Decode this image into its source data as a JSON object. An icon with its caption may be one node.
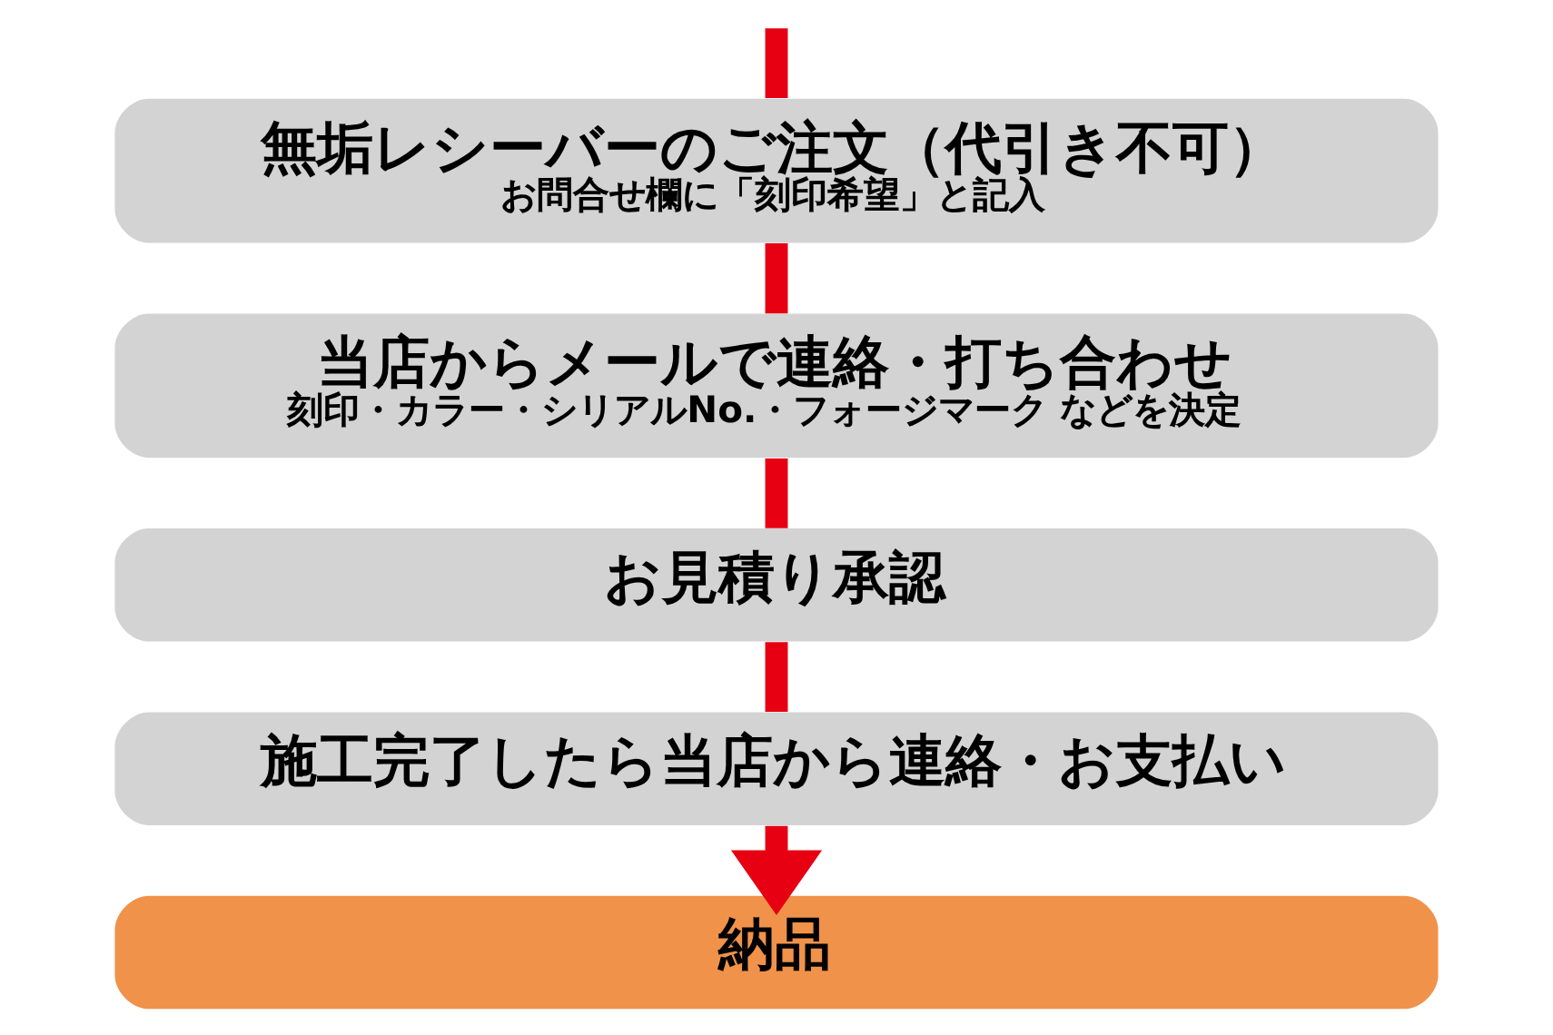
{
  "diagram": {
    "nodes": [
      {
        "text": [
          "無垢レシーバーのご注文（代引き不可）",
          "お問合せ欄に「刻印希望」と記入"
        ]
      },
      {
        "text": [
          "当店からメールで連絡・打ち合わせ",
          "刻印・カラー・シリアルNo.・フォージマーク などを決定"
        ]
      },
      {
        "text": [
          "お見積り承認"
        ]
      },
      {
        "text": [
          "施工完了したら当店から連絡・お支払い"
        ]
      },
      {
        "text": [
          "納品"
        ]
      }
    ],
    "edges": [
      {
        "from": null,
        "to": 0,
        "arrow": "none"
      },
      {
        "from": 0,
        "to": 1,
        "arrow": "none"
      },
      {
        "from": 1,
        "to": 2,
        "arrow": "none"
      },
      {
        "from": 2,
        "to": 3,
        "arrow": "none"
      },
      {
        "from": 3,
        "to": 4,
        "arrow": "to"
      }
    ]
  }
}
